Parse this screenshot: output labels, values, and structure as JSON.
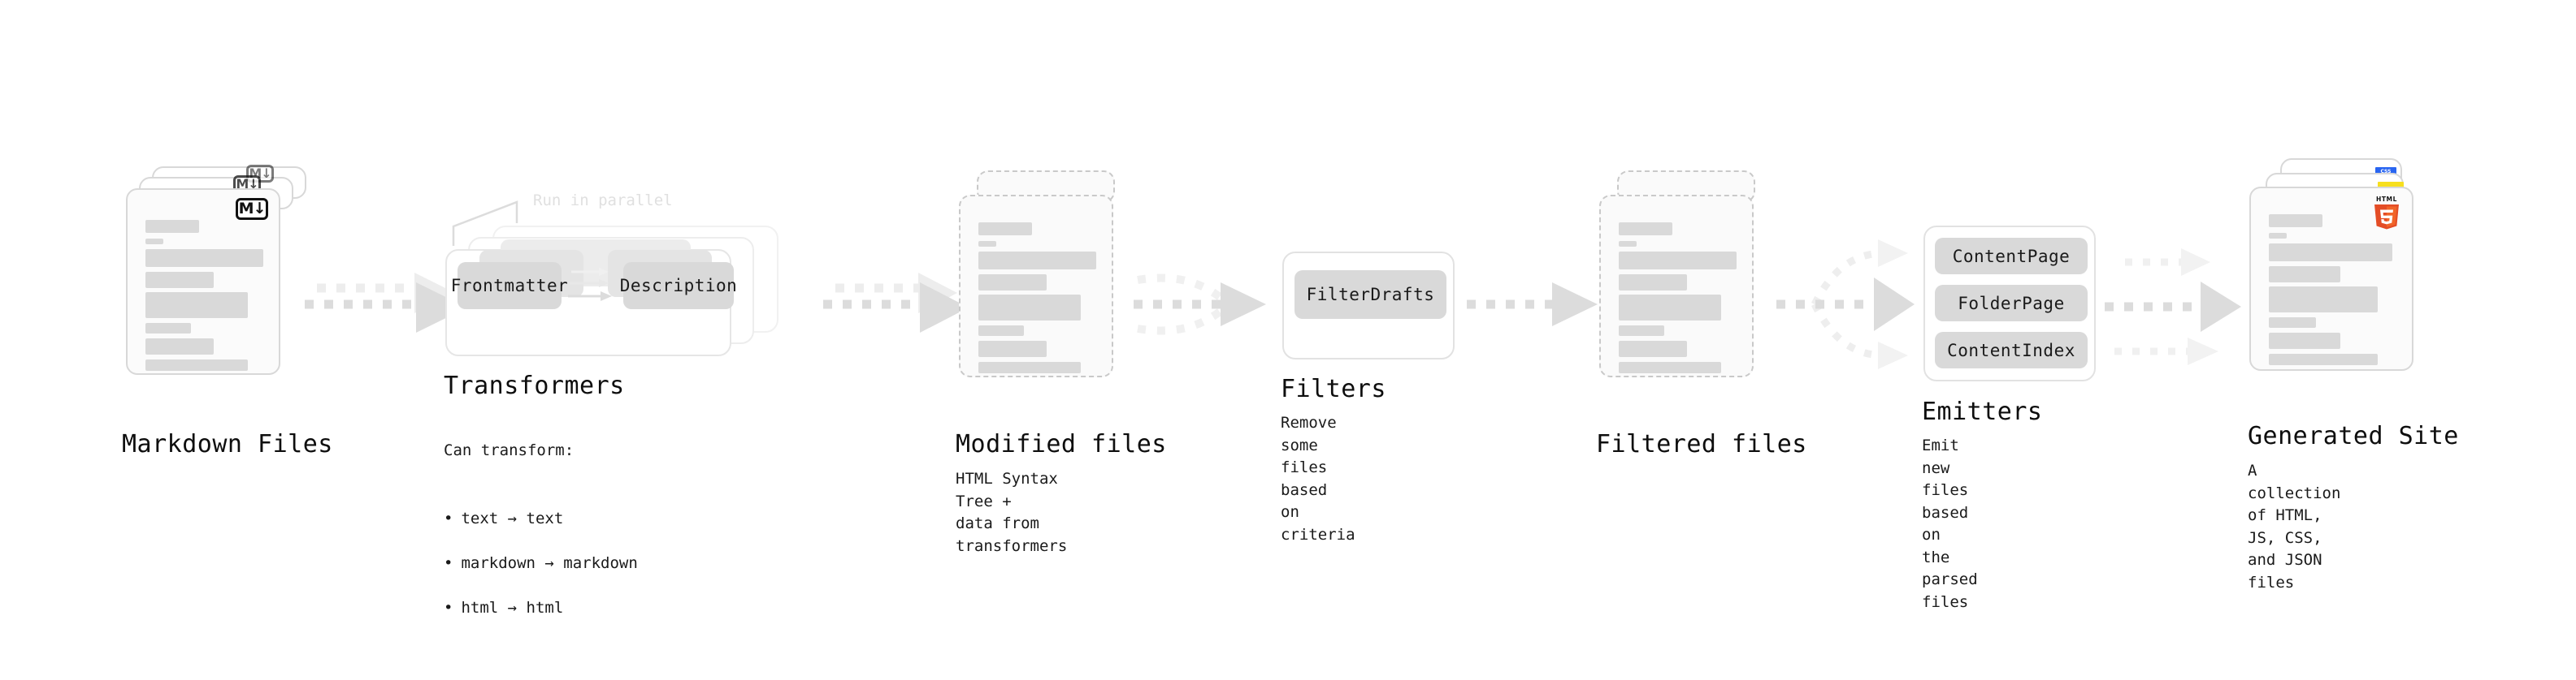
{
  "diagram": {
    "background": "#ffffff",
    "accent_gray": "#d9d9d9",
    "line_gray": "#e2e2e2"
  },
  "stages": [
    {
      "id": "markdown-files",
      "title": "Markdown Files",
      "description": "",
      "icon": "markdown-icon",
      "badge_text": "M↓"
    },
    {
      "id": "transformers",
      "title": "Transformers",
      "note": "Run in parallel",
      "lead": "Can transform:",
      "bullets": [
        "text → text",
        "markdown → markdown",
        "html → html"
      ],
      "chips": [
        "Frontmatter",
        "Description"
      ]
    },
    {
      "id": "modified-files",
      "title": "Modified files",
      "description": "HTML Syntax Tree +\ndata from transformers"
    },
    {
      "id": "filters",
      "title": "Filters",
      "description": "Remove some files based\non criteria",
      "chips": [
        "FilterDrafts"
      ]
    },
    {
      "id": "filtered-files",
      "title": "Filtered files",
      "description": ""
    },
    {
      "id": "emitters",
      "title": "Emitters",
      "description": "Emit new files based on\nthe parsed files",
      "chips": [
        "ContentPage",
        "FolderPage",
        "ContentIndex"
      ]
    },
    {
      "id": "generated-site",
      "title": "Generated Site",
      "description": "A collection of HTML,\nJS, CSS, and JSON files",
      "badges": [
        "html5-icon",
        "css3-icon",
        "javascript-icon"
      ],
      "html5_label": "HTML",
      "html5_digit": "5",
      "css3_label": "CSS"
    }
  ],
  "colors": {
    "html5_orange": "#e44d26",
    "html5_shield": "#f16529",
    "css3_blue": "#2965f1",
    "js_yellow": "#f7df1e"
  }
}
